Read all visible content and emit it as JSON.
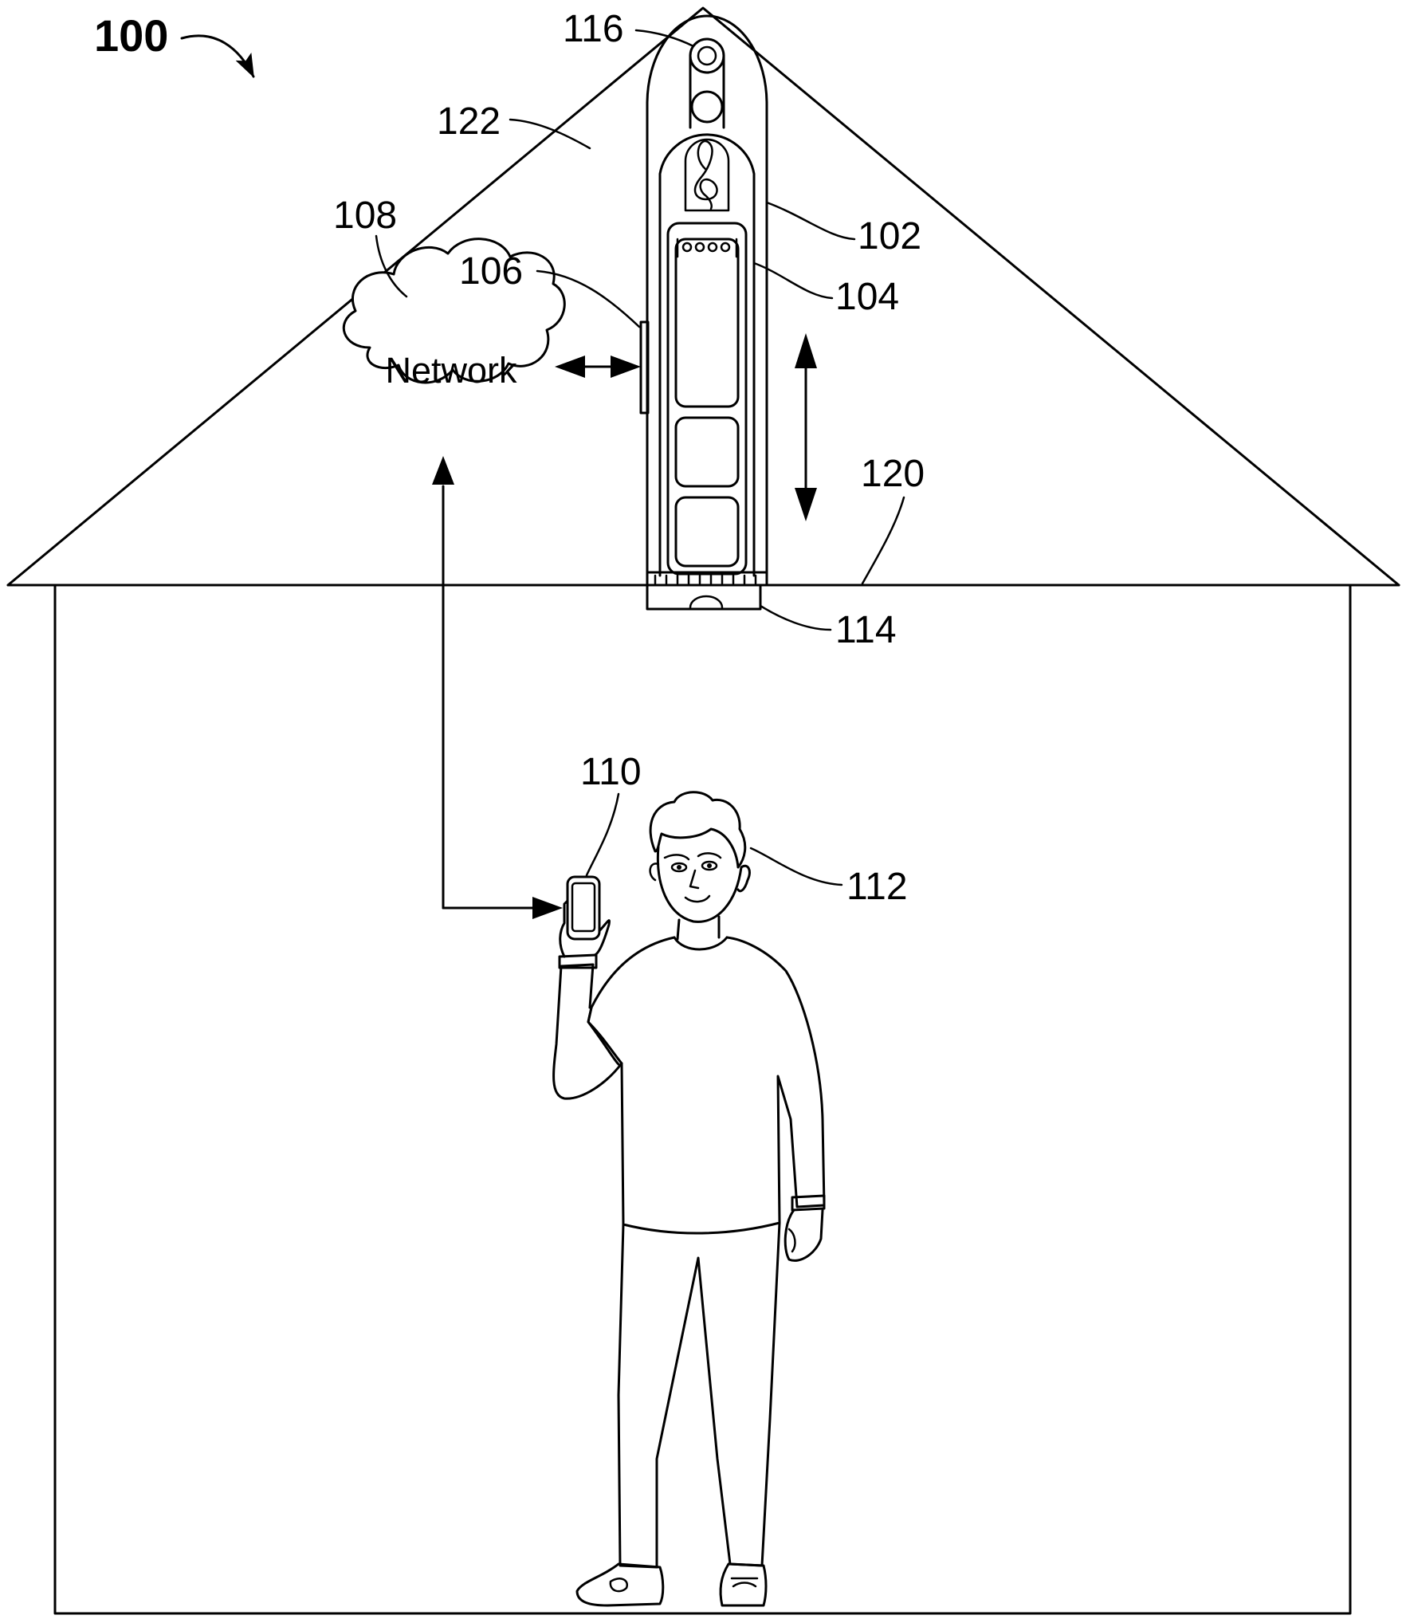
{
  "figure_number": "100",
  "cloud_label": "Network",
  "refs": {
    "r102": "102",
    "r104": "104",
    "r106": "106",
    "r108": "108",
    "r110": "110",
    "r112": "112",
    "r114": "114",
    "r116": "116",
    "r120": "120",
    "r122": "122"
  }
}
